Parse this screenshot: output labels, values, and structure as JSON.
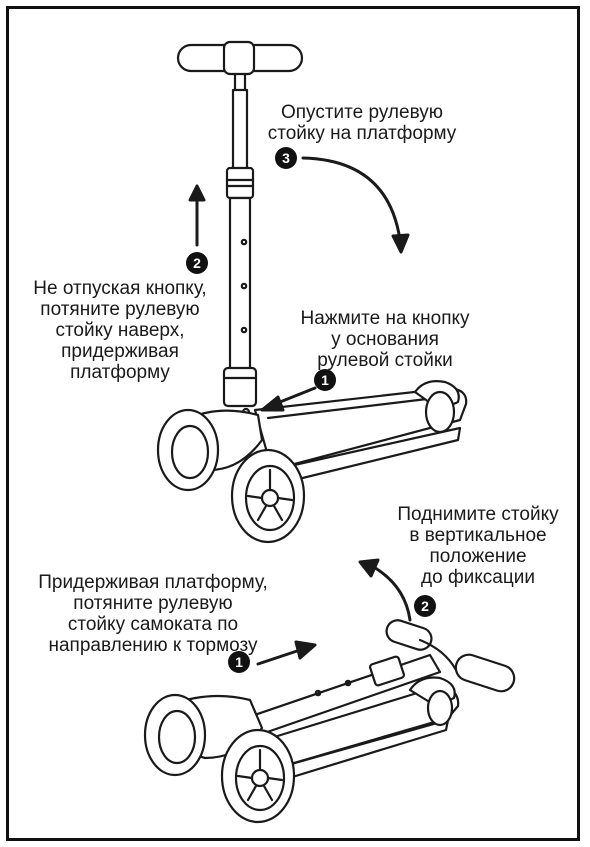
{
  "step3": {
    "badge": "3",
    "text_line1": "Опустите рулевую",
    "text_line2": "стойку на платформу"
  },
  "step2_top": {
    "badge": "2",
    "lines": [
      "Не отпуская кнопку,",
      "потяните рулевую",
      "стойку наверх,",
      "придерживая",
      "платформу"
    ]
  },
  "step1_top": {
    "badge": "1",
    "lines": [
      "Нажмите на кнопку",
      "у основания",
      "рулевой стойки"
    ]
  },
  "step2_bottom": {
    "badge": "2",
    "lines": [
      "Поднимите стойку",
      "в вертикальное",
      "положение",
      "до фиксации"
    ]
  },
  "step1_bottom": {
    "badge": "1",
    "lines": [
      "Придерживая платформу,",
      "потяните рулевую",
      "стойку самоката по",
      "направлению к тормозу"
    ]
  },
  "colors": {
    "line": "#1a1a1a",
    "badge": "#111111",
    "background": "#ffffff"
  }
}
